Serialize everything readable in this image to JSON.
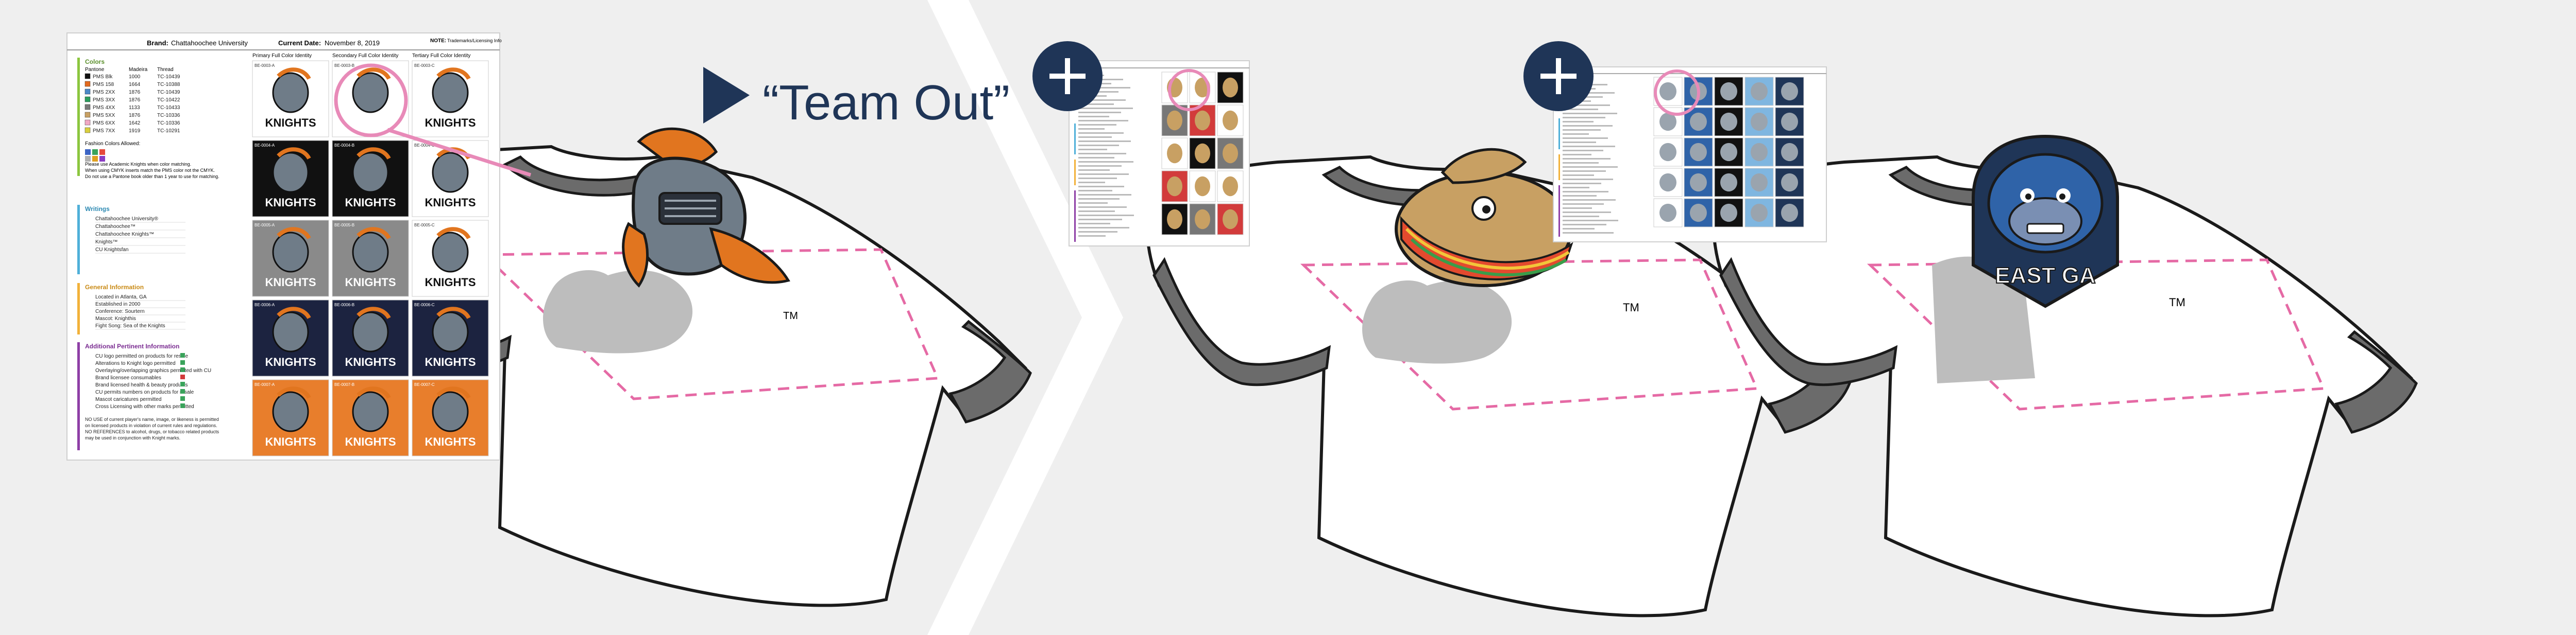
{
  "caption": "“Team Out”",
  "trademark": "TM",
  "sheet1": {
    "header": {
      "brand_label": "Brand:",
      "brand_value": "Chattahoochee University",
      "date_label": "Current Date:",
      "date_value": "November 8, 2019",
      "note_label": "NOTE:",
      "note_text": "Trademarks/Licensing Info"
    },
    "colors": {
      "title": "Colors",
      "cols": [
        "Pantone",
        "Madeira",
        "Thread"
      ],
      "rows": [
        {
          "swatch": "#111111",
          "name": "PMS Blk",
          "a": "1000",
          "b": "TC-10439"
        },
        {
          "swatch": "#e26a1d",
          "name": "PMS 158",
          "a": "1664",
          "b": "TC-10388"
        },
        {
          "swatch": "#4b88c8",
          "name": "PMS 2XX",
          "a": "1876",
          "b": "TC-10439"
        },
        {
          "swatch": "#2a9d5c",
          "name": "PMS 3XX",
          "a": "1876",
          "b": "TC-10422"
        },
        {
          "swatch": "#7a7a7a",
          "name": "PMS 4XX",
          "a": "1133",
          "b": "TC-10433"
        },
        {
          "swatch": "#c8a063",
          "name": "PMS 5XX",
          "a": "1876",
          "b": "TC-10336"
        },
        {
          "swatch": "#f1a7c5",
          "name": "PMS 6XX",
          "a": "1642",
          "b": "TC-10336"
        },
        {
          "swatch": "#d9cf3c",
          "name": "PMS 7XX",
          "a": "1919",
          "b": "TC-10291"
        }
      ],
      "fabric_label": "Fashion Colors Allowed:",
      "fabric_swatches": [
        "#3b64c4",
        "#3aa35b",
        "#e64a3c",
        "#b0b0b0",
        "#e0a020",
        "#8a3dc4"
      ],
      "notes": [
        "Please use Academic Knights when color matching.",
        "When using CMYK inserts match the PMS color not the CMYK.",
        "Do not use a Pantone book older than 1 year to use for matching."
      ]
    },
    "writings": {
      "title": "Writings",
      "items": [
        "Chattahoochee University®",
        "Chattahoochee™",
        "Chattahoochee Knights™",
        "Knights™",
        "CU Knightsfan"
      ]
    },
    "general": {
      "title": "General Information",
      "items": [
        "Located in Atlanta, GA",
        "Established in 2000",
        "Conference: Sourtern",
        "Mascot: Knighthis",
        "Fight Song: Sea of the Knights"
      ]
    },
    "additional": {
      "title": "Additional Pertinent Information",
      "items": [
        "CU logo permitted on products for resale",
        "Alterations to Knight logo permitted",
        "Overlaying/overlapping graphics permitted with CU",
        "Brand licensee consumables",
        "Brand licensed health & beauty products",
        "CU permits numbers on products for resale",
        "Mascot caricatures permitted",
        "Cross Licensing with other marks permitted"
      ],
      "footer": [
        "NO USE of current player's name, image, or likeness is permitted",
        "on licensed products in violation of current rules and regulations.",
        "NO REFERENCES to alcohol, drugs, or tobacco related products",
        "may be used in conjunction with Knight marks."
      ]
    },
    "grid_headers": [
      "Primary Full Color Identity",
      "Secondary Full Color Identity",
      "Tertiary Full Color Identity"
    ],
    "grid_codes": [
      "BE-0003-A",
      "BE-0003-B",
      "BE-0003-C",
      "BE-0004-A",
      "BE-0004-B",
      "BE-0004-C",
      "BE-0005-A",
      "BE-0005-B",
      "BE-0005-C",
      "BE-0006-A",
      "BE-0006-B",
      "BE-0006-C",
      "BE-0007-A",
      "BE-0007-B",
      "BE-0007-C"
    ],
    "grid_bgs": [
      "#ffffff",
      "#ffffff",
      "#ffffff",
      "#111111",
      "#111111",
      "#ffffff",
      "#8a8a8a",
      "#8a8a8a",
      "#ffffff",
      "#1c2340",
      "#1c2340",
      "#1c2340",
      "#e87e2c",
      "#e87e2c",
      "#e87e2c"
    ],
    "grid_word": "KNIGHTS"
  },
  "shirt3_text": "EAST GA",
  "colors": {
    "bg": "#efefef",
    "divider": "#ffffff",
    "navy": "#1f3557",
    "pink": "#e88ab8",
    "dashed": "#e56aa5",
    "orange": "#e1751f",
    "steel": "#6f7c88",
    "shirt_sleeve": "#6b6b6b",
    "cactus": "#c8a063",
    "gorilla": "#2f63a8"
  }
}
